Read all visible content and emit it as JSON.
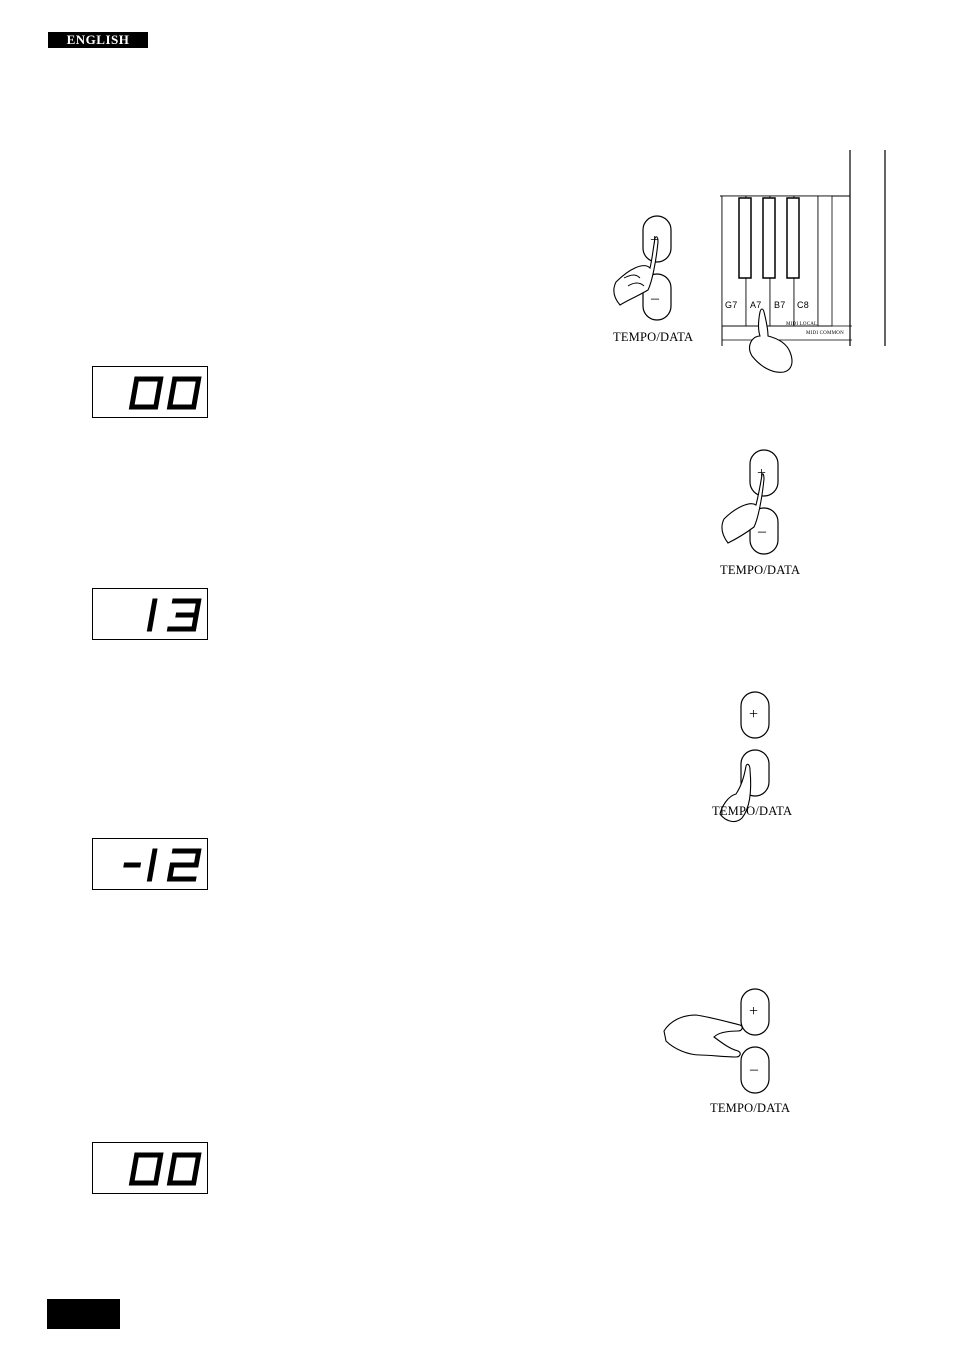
{
  "header": {
    "language": "ENGLISH"
  },
  "displays": [
    {
      "value": "00"
    },
    {
      "value": "13"
    },
    {
      "value": "-12"
    },
    {
      "value": "00"
    }
  ],
  "figures": {
    "button_plus_symbol": "+",
    "button_minus_symbol": "–",
    "button_caption": "TEMPO/DATA",
    "keyboard": {
      "keys": [
        "G7",
        "A7",
        "B7",
        "C8"
      ],
      "functions": [
        "MIDI LOCAL",
        "MIDI COMMON"
      ]
    }
  },
  "footer": {
    "page_block_color": "#000000"
  }
}
